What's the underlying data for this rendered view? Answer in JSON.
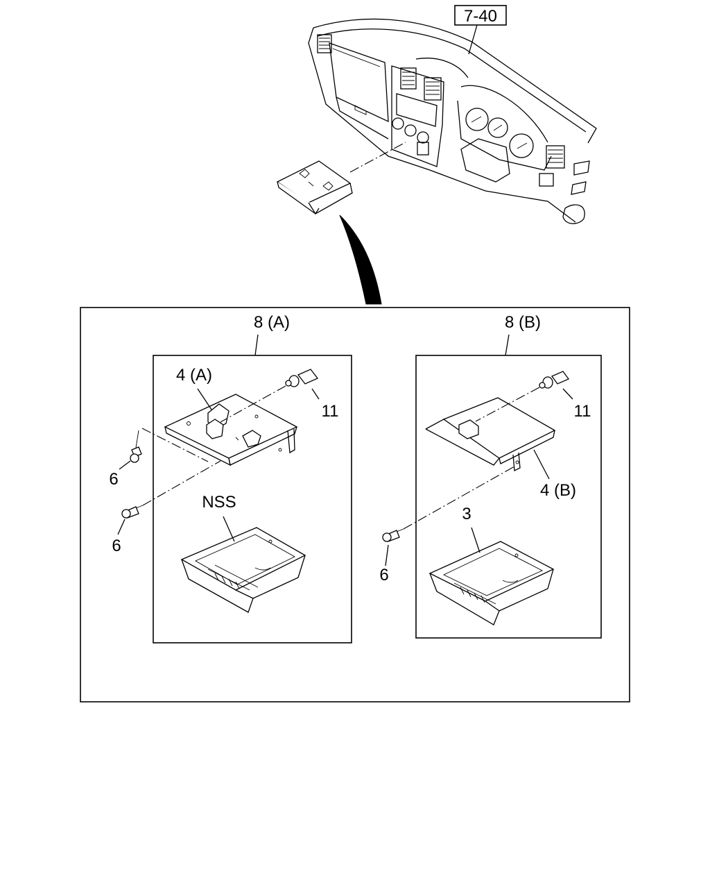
{
  "reference": {
    "label": "7-40"
  },
  "groups": [
    {
      "id": "group-a",
      "title": "8 (A)"
    },
    {
      "id": "group-b",
      "title": "8 (B)"
    }
  ],
  "callouts": {
    "bracket_a": "4 (A)",
    "bracket_b": "4 (B)",
    "bulb_a": "11",
    "bulb_b": "11",
    "screw_a_upper": "6",
    "screw_a_lower": "6",
    "screw_b": "6",
    "tray_a": "NSS",
    "tray_b": "3"
  }
}
